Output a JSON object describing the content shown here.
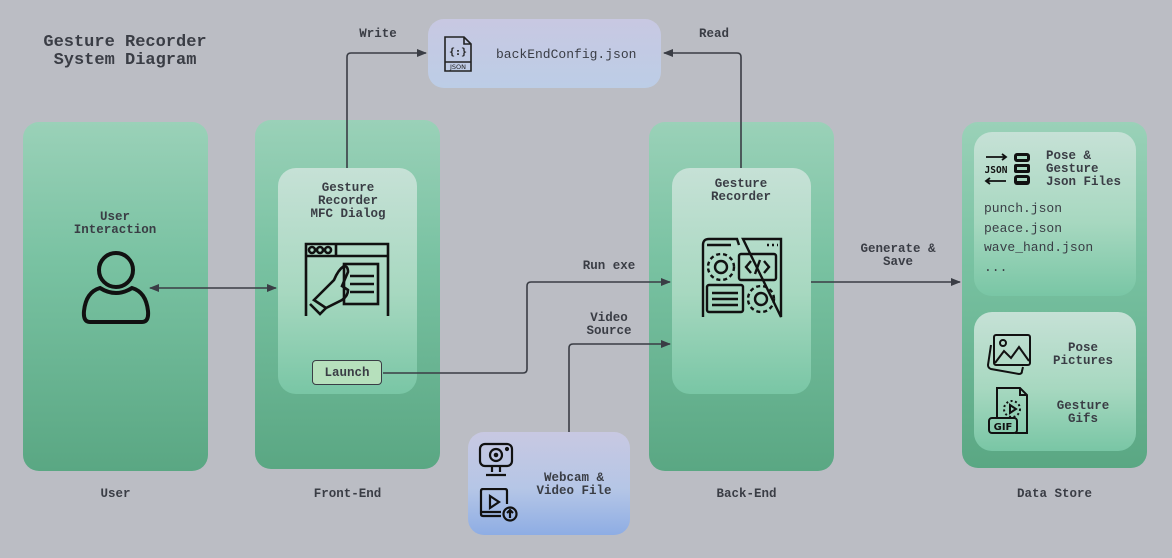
{
  "title": "Gesture Recorder\nSystem Diagram",
  "colors": {
    "background": "#bbbdc4",
    "column_green_top": "#9ad1b8",
    "column_green_bottom": "#5aa783",
    "config_box": "#c8c8e2",
    "webcam_box_bottom": "#8eade4",
    "launch_button": "#b6e0bc",
    "text": "#3a3d45"
  },
  "columns": {
    "user": {
      "name": "User",
      "node_label": "User\nInteraction",
      "icon": "user-icon"
    },
    "frontend": {
      "name": "Front-End",
      "node_label": "Gesture\nRecorder\nMFC Dialog",
      "icon": "dialog-touch-icon",
      "button": "Launch"
    },
    "backend": {
      "name": "Back-End",
      "node_label": "Gesture\nRecorder",
      "icon": "app-settings-code-icon"
    },
    "datastore": {
      "name": "Data Store",
      "json_group": {
        "label": "Pose &\nGesture\nJson Files",
        "icon": "json-database-icon",
        "files": [
          "punch.json",
          "peace.json",
          "wave_hand.json",
          "..."
        ]
      },
      "media_group": {
        "items": [
          {
            "label": "Pose\nPictures",
            "icon": "image-gallery-icon"
          },
          {
            "label": "Gesture\nGifs",
            "icon": "gif-file-icon"
          }
        ]
      }
    }
  },
  "config": {
    "filename": "backEndConfig.json",
    "icon": "json-file-icon"
  },
  "source": {
    "label": "Webcam &\nVideo File",
    "icons": [
      "webcam-icon",
      "video-upload-icon"
    ]
  },
  "edges": {
    "write": "Write",
    "read": "Read",
    "run_exe": "Run exe",
    "video_source": "Video\nSource",
    "generate_save": "Generate &\nSave"
  }
}
